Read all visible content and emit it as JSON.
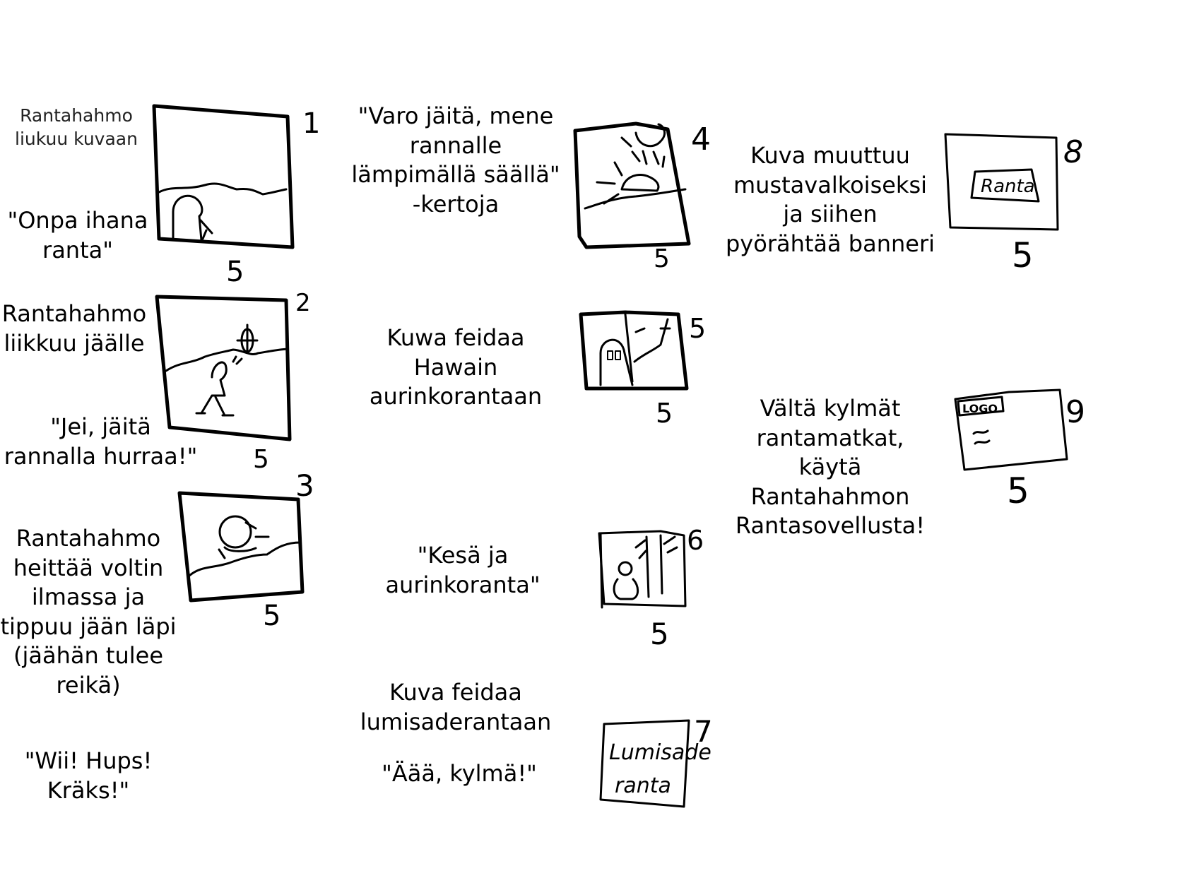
{
  "panels": [
    {
      "number": "1",
      "duration": "5",
      "caption": "Rantahahmo\nliukuu kuvaan",
      "dialogue": "\"Onpa ihana\nranta\""
    },
    {
      "number": "2",
      "duration": "5",
      "caption": "Rantahahmo\nliikkuu jäälle",
      "dialogue": "\"Jei, jäitä\nrannalla hurraa!\""
    },
    {
      "number": "3",
      "duration": "5",
      "caption": "Rantahahmo\nheittää voltin\nilmassa ja\ntippuu jään läpi\n(jäähän tulee\nreikä)",
      "dialogue": "\"Wii! Hups!\nKräks!\""
    },
    {
      "number": "4",
      "duration": "5",
      "caption": "\"Varo jäitä, mene\nrannalle\nlämpimällä säällä\"\n-kertoja"
    },
    {
      "number": "5",
      "duration": "5",
      "caption": "Kuwa feidaa\nHawain\naurinkorantaan"
    },
    {
      "number": "6",
      "duration": "5",
      "caption": "\"Kesä ja\naurinkoranta\""
    },
    {
      "number": "7",
      "caption": "Kuva feidaa\nlumisaderantaan",
      "dialogue": "\"Äää, kylmä!\"",
      "sketch_text_1": "Lumisade",
      "sketch_text_2": "ranta"
    },
    {
      "number": "8",
      "duration": "5",
      "caption": "Kuva muuttuu\nmustavalkoiseksi\nja siihen\npyörähtää banneri",
      "sketch_text": "Ranta"
    },
    {
      "number": "9",
      "duration": "5",
      "caption": "Vältä kylmät\nrantamatkat,\nkäytä\nRantahahmon\nRantasovellusta!",
      "sketch_text": "LOGO"
    }
  ]
}
